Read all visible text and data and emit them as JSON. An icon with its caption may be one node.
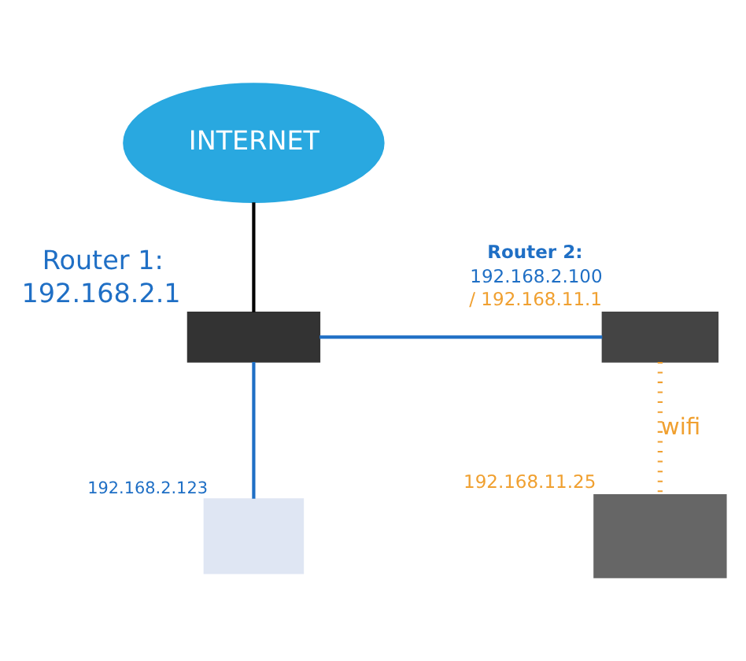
{
  "diagram": {
    "nodes": [
      {
        "text": [
          "INTERNET"
        ]
      },
      {
        "text": [],
        "shape": "box",
        "beside": [
          "Router 1:",
          "192.168.2.1"
        ]
      },
      {
        "text": [],
        "shape": "box",
        "beside": [
          "Router 2:",
          "192.168.2.100",
          "/ 192.168.11.1"
        ]
      },
      {
        "text": [],
        "shape": "box",
        "beside": [
          "192.168.2.123"
        ]
      },
      {
        "text": [],
        "shape": "box",
        "beside": [
          "192.168.11.25"
        ]
      }
    ],
    "edges": [
      {
        "from": 0,
        "to": 1,
        "arrow": "none",
        "color": "#000000"
      },
      {
        "from": 1,
        "to": 2,
        "arrow": "none"
      },
      {
        "from": 1,
        "to": 3,
        "arrow": "none"
      },
      {
        "from": 2,
        "to": 4,
        "arrow": "none",
        "label": "wifi",
        "style": "dashed",
        "color": "#f0a030"
      }
    ]
  }
}
